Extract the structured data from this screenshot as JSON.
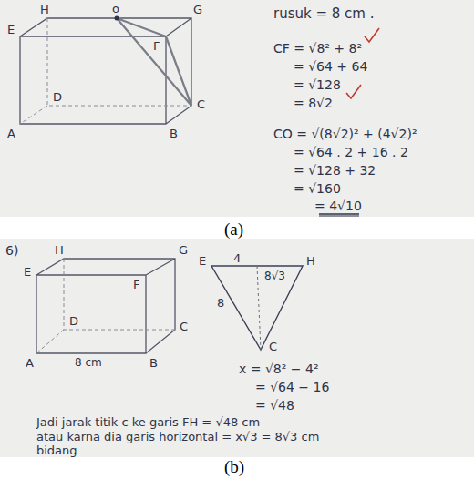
{
  "diagram": {
    "labels": [
      "rusuk = 8 cm .",
      "CF = √8² + 8²",
      "= √64 + 64",
      "= √128",
      "= 8√2",
      "CO = √(8√2)² + (4√2)²",
      "= √64 . 2 + 16 . 2",
      "= √128 + 32",
      "= √160",
      "= 4√10",
      "H",
      "G",
      "o",
      "E",
      "F",
      "D",
      "A",
      "B",
      "C",
      "(a)",
      "6)",
      "H",
      "G",
      "E",
      "F",
      "D",
      "C",
      "A",
      "B",
      "8 cm",
      "E",
      "4",
      "H",
      "8√3",
      "8",
      "C",
      "x = √8² − 4²",
      "= √64 − 16",
      "= √48",
      "Jadi jarak titik c ke garis FH = √48 cm",
      "atau karna dia garis horizontal = x√3 = 8√3 cm",
      "bidang",
      "(b)"
    ]
  }
}
